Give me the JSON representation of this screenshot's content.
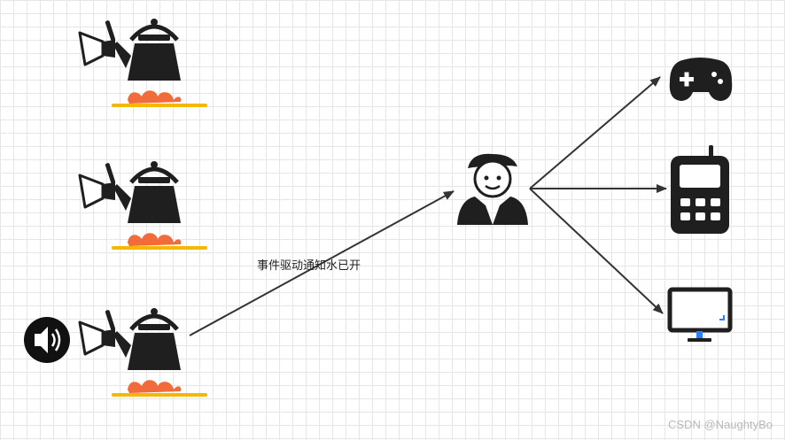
{
  "diagram": {
    "edge_label": "事件驱动通知水已开",
    "watermark": "CSDN @NaughtyBo",
    "nodes": {
      "kettles": [
        "kettle-on-stove",
        "kettle-on-stove",
        "kettle-on-stove"
      ],
      "observer": "person-with-beret",
      "devices": [
        "gamepad",
        "mobile-phone",
        "monitor"
      ],
      "alert": "speaker"
    },
    "colors": {
      "icon": "#1f1f1f",
      "flame": "#f26b3a",
      "burner": "#f5b800",
      "arrow": "#333333",
      "monitor_accent": "#2b7fff",
      "grid": "#e6e6e6"
    }
  }
}
